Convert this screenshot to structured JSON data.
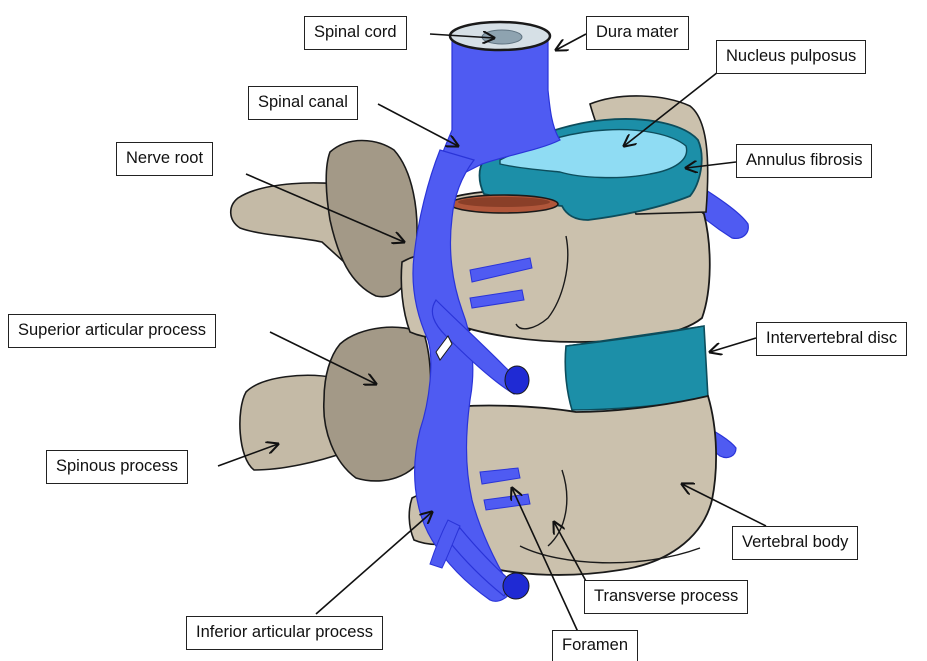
{
  "labels": {
    "spinal_cord": "Spinal cord",
    "dura_mater": "Dura mater",
    "nucleus_pulposus": "Nucleus pulposus",
    "spinal_canal": "Spinal canal",
    "nerve_root": "Nerve root",
    "annulus_fibrosis": "Annulus fibrosis",
    "superior_articular_process": "Superior articular process",
    "intervertebral_disc": "Intervertebral disc",
    "spinous_process": "Spinous process",
    "vertebral_body": "Vertebral body",
    "transverse_process": "Transverse process",
    "inferior_articular_process": "Inferior articular process",
    "foramen": "Foramen"
  },
  "colors": {
    "bone": "#cbc1ad",
    "bone_shadow": "#a39987",
    "nerve": "#4f5bf2",
    "nerve_dark": "#2a34d8",
    "disc": "#1c8fa8",
    "disc_dark": "#106b80",
    "nucleus": "#8fdcf3",
    "outline": "#1a1a1a"
  }
}
